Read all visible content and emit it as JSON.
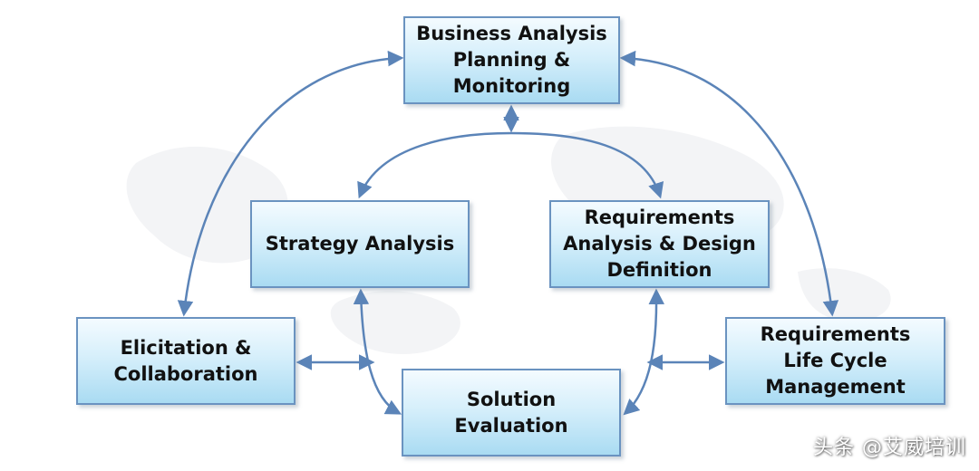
{
  "nodes": {
    "bapm": "Business Analysis\nPlanning &\nMonitoring",
    "strategy": "Strategy Analysis",
    "rad": "Requirements\nAnalysis & Design\nDefinition",
    "elicitation": "Elicitation &\nCollaboration",
    "rlcm": "Requirements\nLife Cycle\nManagement",
    "solution": "Solution\nEvaluation"
  },
  "watermark": "头条 @艾威培训",
  "colors": {
    "arrow": "#5b84b8",
    "box_border": "#6a93c0",
    "box_fill_top": "#f4fbff",
    "box_fill_bottom": "#a9dbf2"
  }
}
